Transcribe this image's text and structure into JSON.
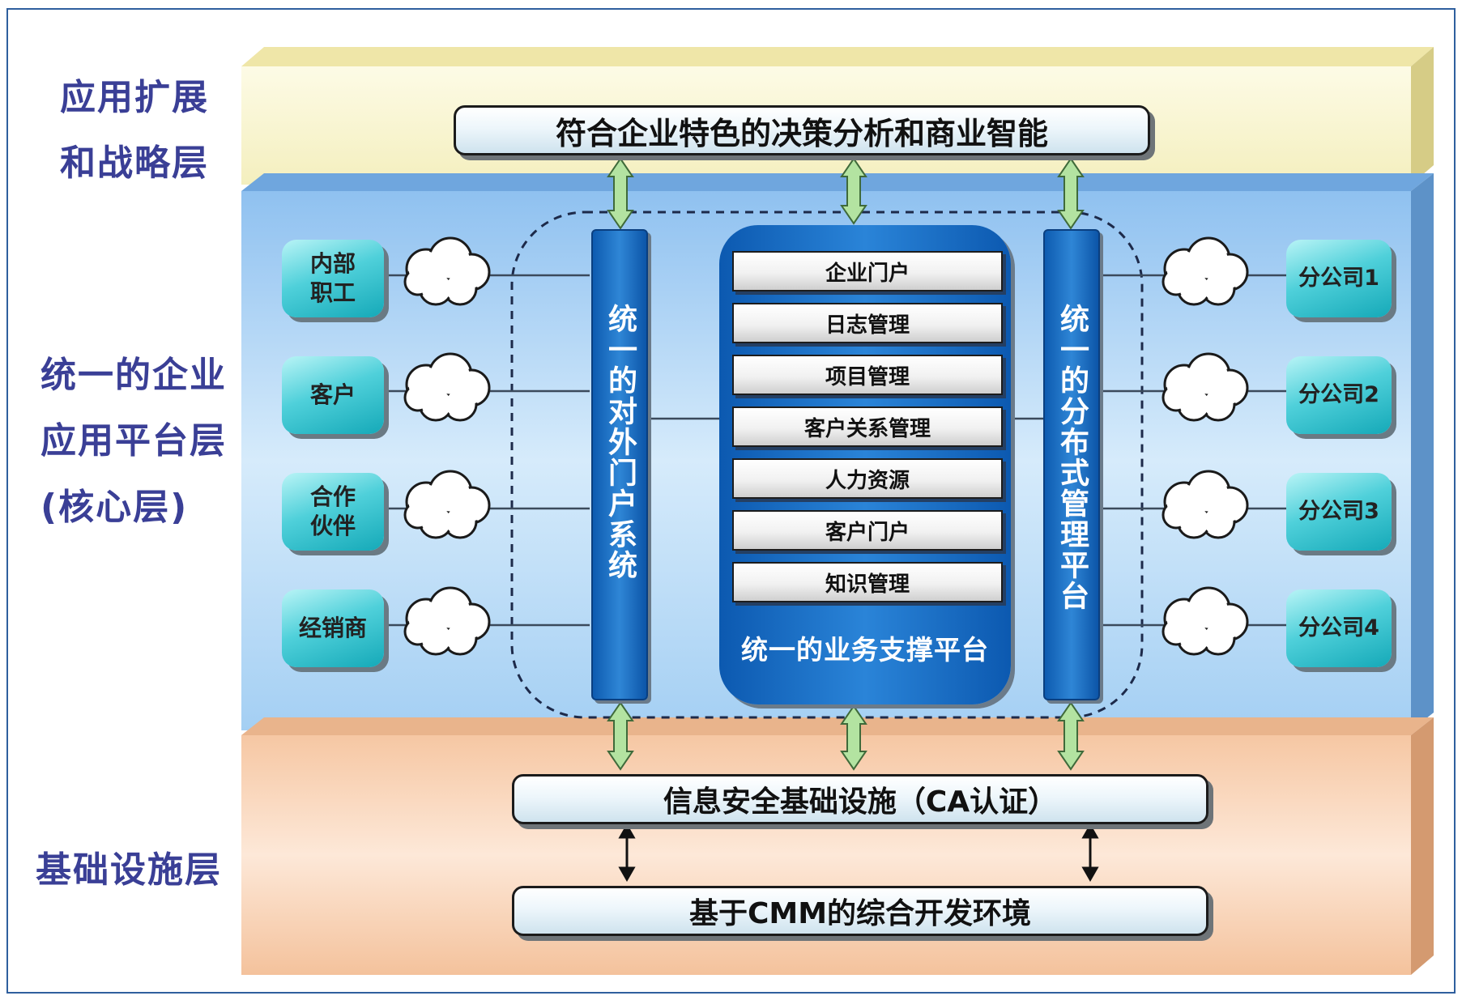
{
  "layers": {
    "top": "应用扩展\n和战略层",
    "middle": "统一的企业\n应用平台层\n(核心层)",
    "bottom": "基础设施层"
  },
  "top_bar": "符合企业特色的决策分析和商业智能",
  "left_nodes": [
    "内部\n职工",
    "客户",
    "合作\n伙伴",
    "经销商"
  ],
  "right_nodes": [
    "分公司1",
    "分公司2",
    "分公司3",
    "分公司4"
  ],
  "left_column": "统一的对外门户系统",
  "right_column": "统一的分布式管理平台",
  "platform": {
    "title": "统一的业务支撑平台",
    "modules": [
      "企业门户",
      "日志管理",
      "项目管理",
      "客户关系管理",
      "人力资源",
      "客户门户",
      "知识管理"
    ]
  },
  "security_bar": "信息安全基础设施（CA认证）",
  "dev_bar": "基于CMM的综合开发环境",
  "colors": {
    "label_text": "#3a3f96",
    "top_layer": "#fbf8d8",
    "middle_layer": "#a9d2f6",
    "bottom_layer": "#f8d5b6",
    "column_blue": "#1467c0",
    "node_cyan": "#30c3cf",
    "arrow_green": "#b3e3a1"
  }
}
